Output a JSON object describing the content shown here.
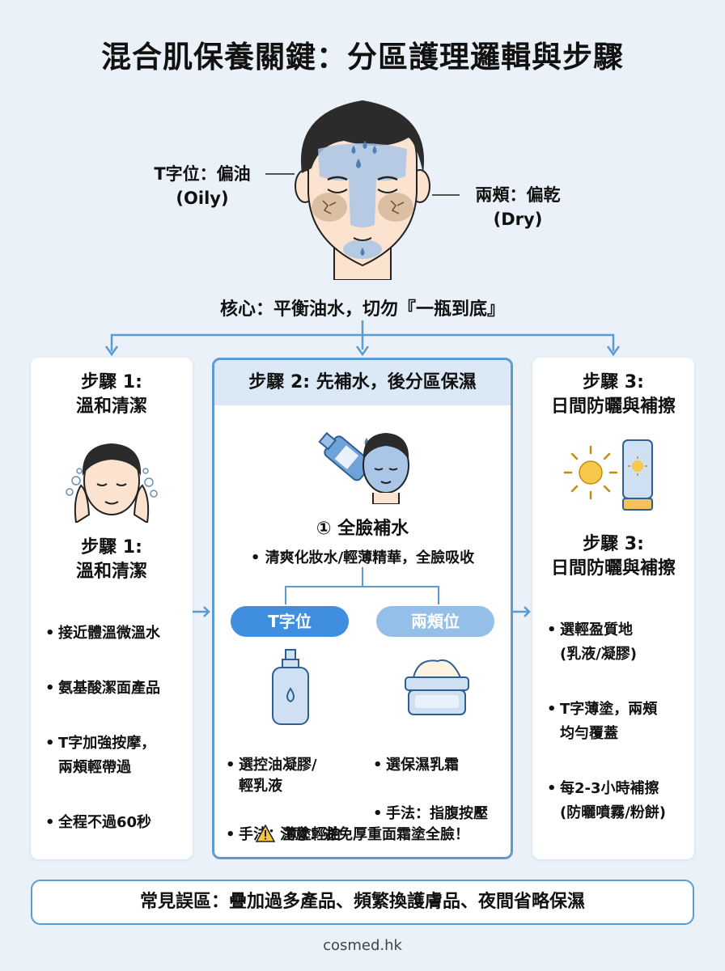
{
  "title": "混合肌保養關鍵：分區護理邏輯與步驟",
  "face": {
    "tzone_label": "T字位：偏油",
    "tzone_sub": "(Oily)",
    "cheek_label": "兩頰：偏乾",
    "cheek_sub": "(Dry)"
  },
  "core": "核心：平衡油水，切勿『一瓶到底』",
  "step1": {
    "heading_top": "步驟 1:",
    "heading_top2": "溫和清潔",
    "heading": "步驟 1:",
    "heading2": "溫和清潔",
    "bullets": [
      "接近體溫微溫水",
      "氨基酸潔面產品",
      "T字加強按摩，\n兩頰輕帶過",
      "全程不過60秒"
    ]
  },
  "step2": {
    "header": "步驟 2: 先補水，後分區保濕",
    "sub_title": "① 全臉補水",
    "sub_text": "• 清爽化妝水/輕薄精華，全臉吸收",
    "tzone_pill": "T字位",
    "cheek_pill": "兩頰位",
    "tzone_bullets": [
      "選控油凝膠/\n輕乳液",
      "手法：薄塗輕拍"
    ],
    "cheek_bullets": [
      "選保濕乳霜",
      "手法：指腹按壓"
    ],
    "warning": "注意：避免厚重面霜塗全臉！"
  },
  "step3": {
    "heading_top": "步驟 3:",
    "heading_top2": "日間防曬與補擦",
    "heading": "步驟 3:",
    "heading2": "日間防曬與補擦",
    "bullets": [
      "選輕盈質地\n(乳液/凝膠)",
      "T字薄塗，兩頰\n均勻覆蓋",
      "每2-3小時補擦\n(防曬噴霧/粉餅)"
    ]
  },
  "mistakes": "常見誤區：疊加過多產品、頻繁換護膚品、夜間省略保濕",
  "footer": "cosmed.hk",
  "colors": {
    "accent": "#5c9bd1",
    "pill_tzone": "#3f8ee0",
    "pill_cheek": "#93bfe8",
    "water": "#a9c6e6",
    "dry": "#d4b99b"
  }
}
